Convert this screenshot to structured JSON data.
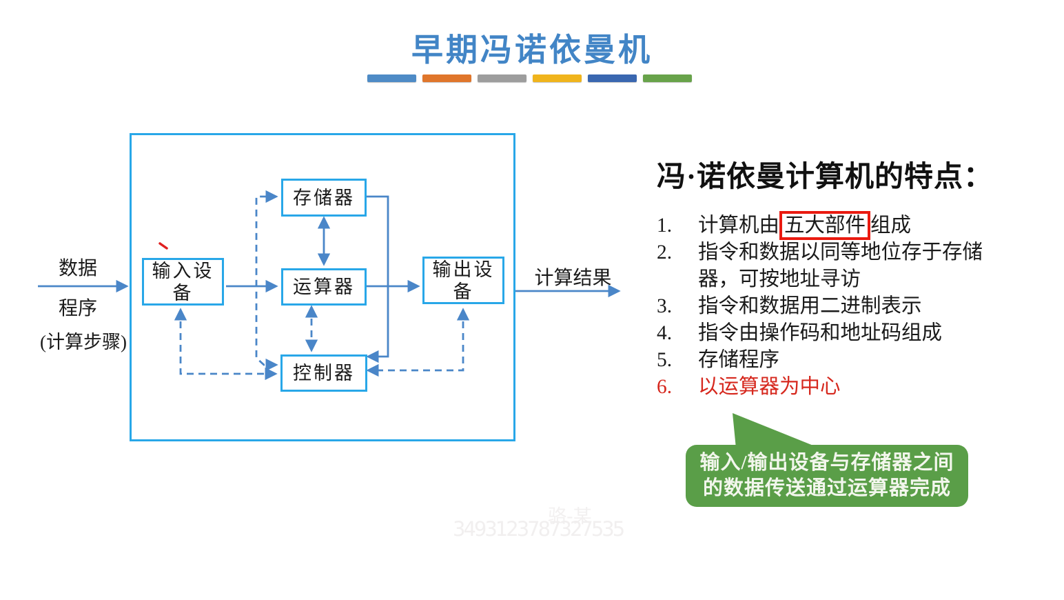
{
  "title": {
    "text": "早期冯诺依曼机",
    "color": "#4285c6"
  },
  "accent_bars": [
    "#4e8bc6",
    "#e0762b",
    "#9d9d9d",
    "#f0b41c",
    "#3a67b0",
    "#68a34a"
  ],
  "diagram": {
    "colors": {
      "box_border": "#28a7e8",
      "arrow": "#4a86c8",
      "marker_tick": "#e02020"
    },
    "boxes": {
      "memory": "存储器",
      "alu": "运算器",
      "control": "控制器",
      "input": {
        "full": "输入设备",
        "line1": "输入设",
        "line2": "备"
      },
      "output": {
        "full": "输出设备",
        "line1": "输出设",
        "line2": "备"
      }
    },
    "labels": {
      "data": "数据",
      "program": "程序",
      "steps": "(计算步骤)",
      "result": "计算结果"
    }
  },
  "panel": {
    "heading": "冯·诺依曼计算机的特点：",
    "highlight_box_color": "#ea1a10",
    "items": [
      {
        "num": "1.",
        "pre": "计算机由",
        "boxed": "五大部件",
        "post": "组成"
      },
      {
        "num": "2.",
        "text": "指令和数据以同等地位存于存储器，可按地址寻访"
      },
      {
        "num": "3.",
        "text": "指令和数据用二进制表示"
      },
      {
        "num": "4.",
        "text": "指令由操作码和地址码组成"
      },
      {
        "num": "5.",
        "text": "存储程序"
      },
      {
        "num": "6.",
        "text": "以运算器为中心",
        "color": "#d6281e"
      }
    ]
  },
  "callout": {
    "bg": "#5a9e48",
    "text_color": "#f2f6ec",
    "line1": "输入/输出设备与存储器之间",
    "line2": "的数据传送通过运算器完成"
  },
  "watermark": {
    "name": "骆-某",
    "number": "3493123787327535"
  }
}
